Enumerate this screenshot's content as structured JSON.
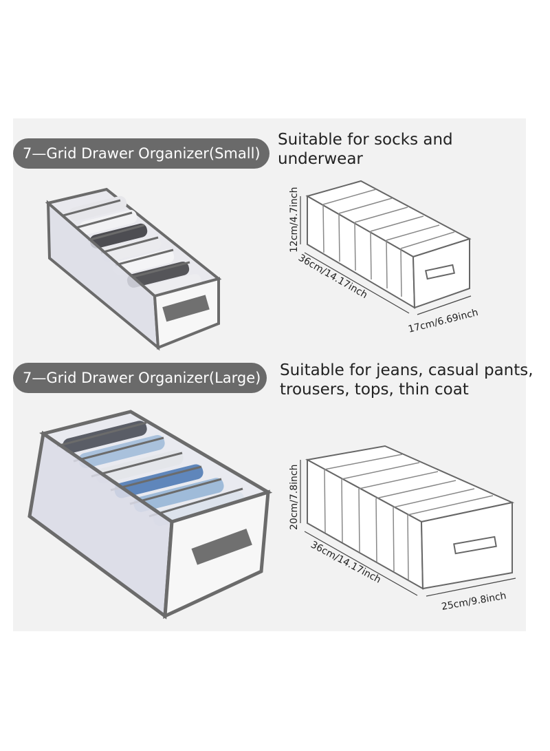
{
  "small": {
    "title": "7—Grid Drawer Organizer(Small)",
    "description_line1": "Suitable for socks and",
    "description_line2": "underwear",
    "dim_height": "12cm/4.7inch",
    "dim_length": "36cm/14.17inch",
    "dim_width": "17cm/6.69inch"
  },
  "large": {
    "title": "7—Grid Drawer Organizer(Large)",
    "description_line1": "Suitable for jeans, casual pants,",
    "description_line2": "trousers, tops, thin coat",
    "dim_height": "20cm/7.8inch",
    "dim_length": "36cm/14.17inch",
    "dim_width": "25cm/9.8inch"
  },
  "colors": {
    "panel": "#f2f2f2",
    "pill": "#6a6a6a",
    "frame": "#6b6b6b",
    "jeans": "#7da1c9"
  }
}
